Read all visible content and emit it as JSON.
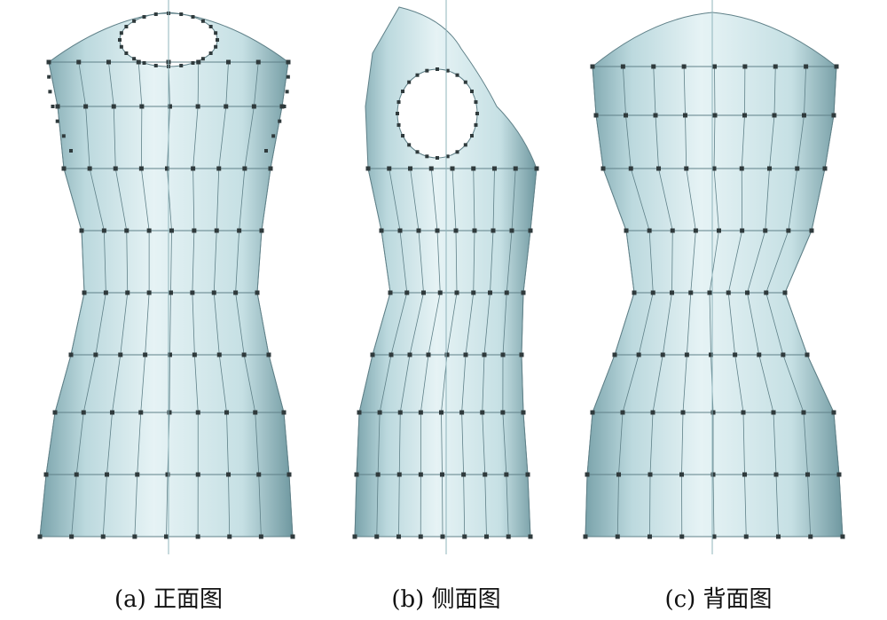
{
  "figure": {
    "panels": [
      {
        "id": "front",
        "caption": "(a) 正面图"
      },
      {
        "id": "side",
        "caption": "(b) 侧面图"
      },
      {
        "id": "back",
        "caption": "(c) 背面图"
      }
    ],
    "colors": {
      "surface_light": "#e6f3f5",
      "surface_dark": "#7aa3ab",
      "mesh_line": "#5f8088",
      "control_point": "#2f3a3c",
      "axis_line": "#8fb4bb"
    }
  }
}
